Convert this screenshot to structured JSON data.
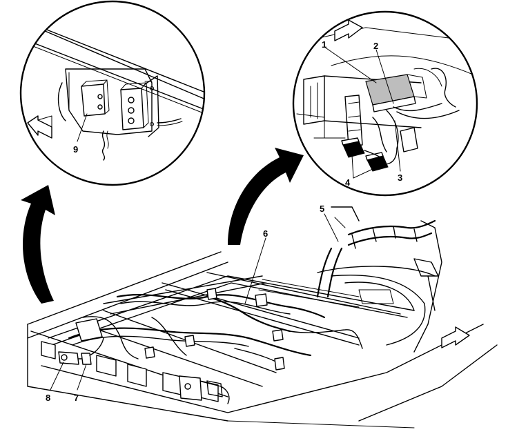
{
  "callouts": [
    {
      "id": "c1",
      "text": "1"
    },
    {
      "id": "c2",
      "text": "2"
    },
    {
      "id": "c3",
      "text": "3"
    },
    {
      "id": "c4",
      "text": "4"
    },
    {
      "id": "c5",
      "text": "5"
    },
    {
      "id": "c6",
      "text": "6"
    },
    {
      "id": "c7",
      "text": "7"
    },
    {
      "id": "c8",
      "text": "8"
    },
    {
      "id": "c9",
      "text": "9"
    }
  ],
  "colors": {
    "line": "#000000",
    "background": "#ffffff",
    "shade": "#bdbdbd"
  }
}
